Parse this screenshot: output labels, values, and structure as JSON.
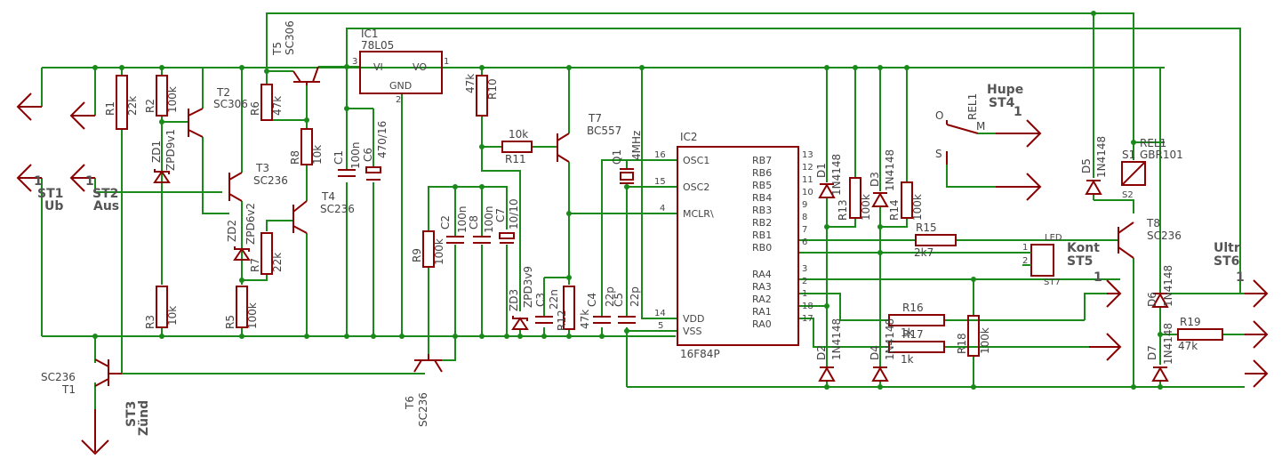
{
  "connectors": {
    "st1": {
      "name": "ST1",
      "sub": "Ub",
      "pin": "1"
    },
    "st2": {
      "name": "ST2",
      "sub": "Aus",
      "pin": "1"
    },
    "st3": {
      "name": "ST3",
      "sub": "Zünd"
    },
    "st4": {
      "name": "Hupe",
      "sub": "ST4",
      "pin": "1"
    },
    "st5": {
      "name": "Kont",
      "sub": "ST5",
      "pin": "1",
      "led": "LED",
      "ref": "ST7",
      "pin1": "1",
      "pin2": "2"
    },
    "st6": {
      "name": "Ultr",
      "sub": "ST6",
      "pin": "1"
    }
  },
  "ic1": {
    "name": "IC1",
    "part": "78L05",
    "vi": "VI",
    "vo": "VO",
    "gnd": "GND",
    "pin3": "3",
    "pin1": "1",
    "pin2": "2"
  },
  "ic2": {
    "name": "IC2",
    "part": "16F84P",
    "left_pins": [
      {
        "num": "16",
        "label": "OSC1"
      },
      {
        "num": "15",
        "label": "OSC2"
      },
      {
        "num": "4",
        "label": "MCLR\\"
      },
      {
        "num": "14",
        "label": "VDD"
      },
      {
        "num": "5",
        "label": "VSS"
      }
    ],
    "right_pins": [
      {
        "num": "13",
        "label": "RB7"
      },
      {
        "num": "12",
        "label": "RB6"
      },
      {
        "num": "11",
        "label": "RB5"
      },
      {
        "num": "10",
        "label": "RB4"
      },
      {
        "num": "9",
        "label": "RB3"
      },
      {
        "num": "8",
        "label": "RB2"
      },
      {
        "num": "7",
        "label": "RB1"
      },
      {
        "num": "6",
        "label": "RB0"
      },
      {
        "num": "3",
        "label": "RA4"
      },
      {
        "num": "2",
        "label": "RA3"
      },
      {
        "num": "1",
        "label": "RA2"
      },
      {
        "num": "18",
        "label": "RA1"
      },
      {
        "num": "17",
        "label": "RA0"
      }
    ]
  },
  "resistors": {
    "r1": {
      "ref": "R1",
      "val": "22k"
    },
    "r2": {
      "ref": "R2",
      "val": "100k"
    },
    "r3": {
      "ref": "R3",
      "val": "10k"
    },
    "r5": {
      "ref": "R5",
      "val": "100k"
    },
    "r6": {
      "ref": "R6",
      "val": "47k"
    },
    "r7": {
      "ref": "R7",
      "val": "22k"
    },
    "r8": {
      "ref": "R8",
      "val": "10k"
    },
    "r9": {
      "ref": "R9",
      "val": "100k"
    },
    "r10": {
      "ref": "R10",
      "val": "47k"
    },
    "r11": {
      "ref": "R11",
      "val": "10k"
    },
    "r12": {
      "ref": "R12",
      "val": "47k"
    },
    "r13": {
      "ref": "R13",
      "val": "100k"
    },
    "r14": {
      "ref": "R14",
      "val": "100k"
    },
    "r15": {
      "ref": "R15",
      "val": "2k7"
    },
    "r16": {
      "ref": "R16",
      "val": "1k"
    },
    "r17": {
      "ref": "R17",
      "val": "1k"
    },
    "r18": {
      "ref": "R18",
      "val": "100k"
    },
    "r19": {
      "ref": "R19",
      "val": "47k"
    }
  },
  "capacitors": {
    "c1": {
      "ref": "C1",
      "val": "100n"
    },
    "c2": {
      "ref": "C2",
      "val": "100n"
    },
    "c3": {
      "ref": "C3",
      "val": "22n"
    },
    "c4": {
      "ref": "C4",
      "val": "22p"
    },
    "c5": {
      "ref": "C5",
      "val": "22p"
    },
    "c6": {
      "ref": "C6",
      "val": "470/16"
    },
    "c7": {
      "ref": "C7",
      "val": "10/10"
    },
    "c8": {
      "ref": "C8",
      "val": "100n"
    }
  },
  "diodes": {
    "d1": {
      "ref": "D1",
      "val": "1N4148"
    },
    "d2": {
      "ref": "D2",
      "val": "1N4148"
    },
    "d3": {
      "ref": "D3",
      "val": "1N4148"
    },
    "d4": {
      "ref": "D4",
      "val": "1N4148"
    },
    "d5": {
      "ref": "D5",
      "val": "1N4148"
    },
    "d6": {
      "ref": "D6",
      "val": "1N4148"
    },
    "d7": {
      "ref": "D7",
      "val": "1N4148"
    },
    "zd1": {
      "ref": "ZD1",
      "val": "ZPD9v1"
    },
    "zd2": {
      "ref": "ZD2",
      "val": "ZPD6v2"
    },
    "zd3": {
      "ref": "ZD3",
      "val": "ZPD3v9"
    }
  },
  "transistors": {
    "t1": {
      "ref": "T1",
      "val": "SC236"
    },
    "t2": {
      "ref": "T2",
      "val": "SC306"
    },
    "t3": {
      "ref": "T3",
      "val": "SC236"
    },
    "t4": {
      "ref": "T4",
      "val": "SC236"
    },
    "t5": {
      "ref": "T5",
      "val": "SC306"
    },
    "t6": {
      "ref": "T6",
      "val": "SC236"
    },
    "t7": {
      "ref": "T7",
      "val": "BC557"
    },
    "t8": {
      "ref": "T8",
      "val": "SC236"
    }
  },
  "relays": {
    "rel1_contact": {
      "ref": "REL1",
      "o": "O",
      "m": "M",
      "s": "S"
    },
    "rel1_coil": {
      "ref": "REL1",
      "part": "GBR101",
      "s1": "S1",
      "s2": "S2"
    }
  },
  "crystal": {
    "ref": "Q1",
    "val": "4MHz"
  }
}
